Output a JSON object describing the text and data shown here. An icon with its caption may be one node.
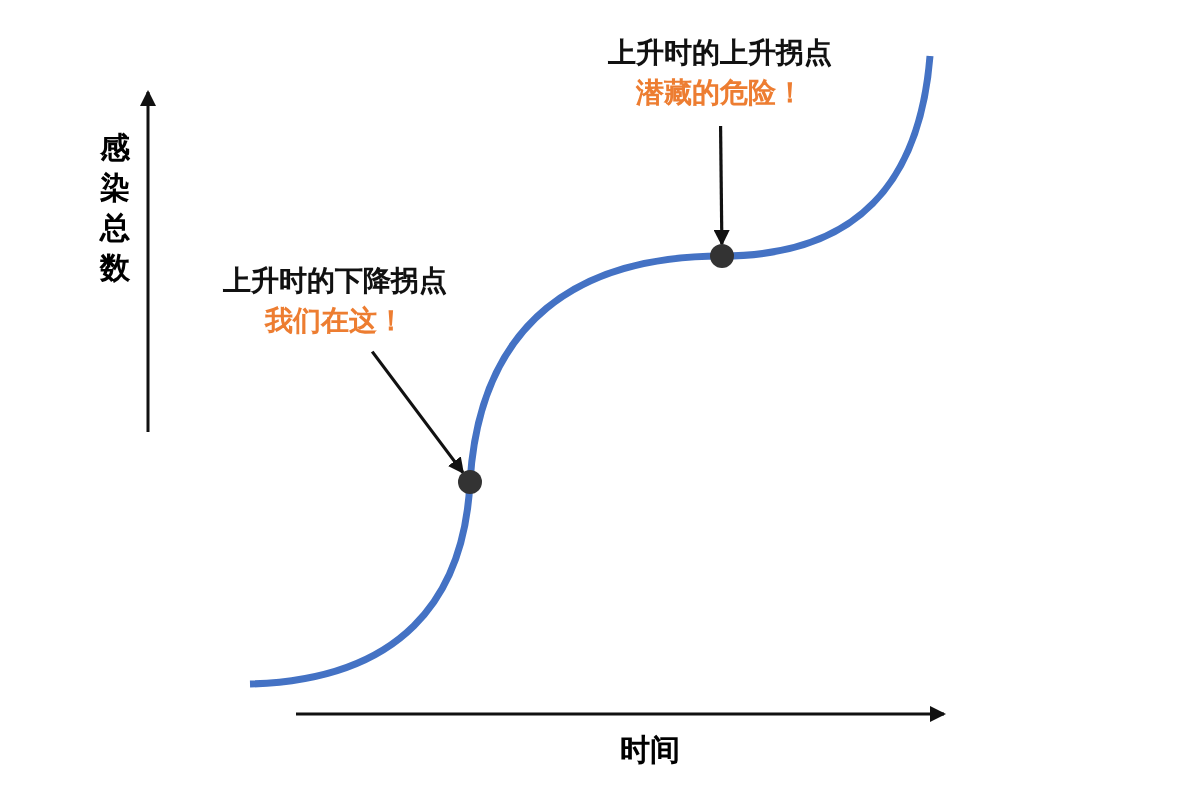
{
  "diagram": {
    "nodes": [
      {
        "text": [
          "上升时的下降拐点",
          "我们在这！"
        ]
      },
      {
        "text": [],
        "shape": "circle"
      },
      {
        "text": [
          "上升时的上升拐点",
          "潜藏的危险！"
        ]
      },
      {
        "text": [],
        "shape": "circle"
      }
    ],
    "edges": [
      {
        "from": 0,
        "to": 1,
        "arrow": "to"
      },
      {
        "from": 2,
        "to": 3,
        "arrow": "to"
      }
    ],
    "labels": [
      "感染总数",
      "时间"
    ]
  }
}
